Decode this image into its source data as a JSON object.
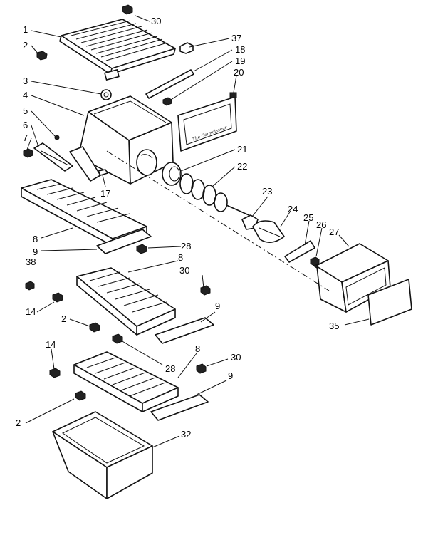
{
  "diagram": {
    "nameplate_text": "The Connoisseur",
    "callouts": [
      {
        "id": "30a",
        "text": "30"
      },
      {
        "id": "1",
        "text": "1"
      },
      {
        "id": "2a",
        "text": "2"
      },
      {
        "id": "37",
        "text": "37"
      },
      {
        "id": "18",
        "text": "18"
      },
      {
        "id": "19",
        "text": "19"
      },
      {
        "id": "3",
        "text": "3"
      },
      {
        "id": "20",
        "text": "20"
      },
      {
        "id": "4",
        "text": "4"
      },
      {
        "id": "5",
        "text": "5"
      },
      {
        "id": "6",
        "text": "6"
      },
      {
        "id": "7",
        "text": "7"
      },
      {
        "id": "21",
        "text": "21"
      },
      {
        "id": "22",
        "text": "22"
      },
      {
        "id": "17",
        "text": "17"
      },
      {
        "id": "23",
        "text": "23"
      },
      {
        "id": "24",
        "text": "24"
      },
      {
        "id": "25",
        "text": "25"
      },
      {
        "id": "26",
        "text": "26"
      },
      {
        "id": "27",
        "text": "27"
      },
      {
        "id": "8a",
        "text": "8"
      },
      {
        "id": "28a",
        "text": "28"
      },
      {
        "id": "9a",
        "text": "9"
      },
      {
        "id": "8b",
        "text": "8"
      },
      {
        "id": "38",
        "text": "38"
      },
      {
        "id": "30b",
        "text": "30"
      },
      {
        "id": "14a",
        "text": "14"
      },
      {
        "id": "9b",
        "text": "9"
      },
      {
        "id": "2b",
        "text": "2"
      },
      {
        "id": "35",
        "text": "35"
      },
      {
        "id": "14b",
        "text": "14"
      },
      {
        "id": "8c",
        "text": "8"
      },
      {
        "id": "30c",
        "text": "30"
      },
      {
        "id": "28b",
        "text": "28"
      },
      {
        "id": "9c",
        "text": "9"
      },
      {
        "id": "2c",
        "text": "2"
      },
      {
        "id": "32",
        "text": "32"
      }
    ]
  }
}
